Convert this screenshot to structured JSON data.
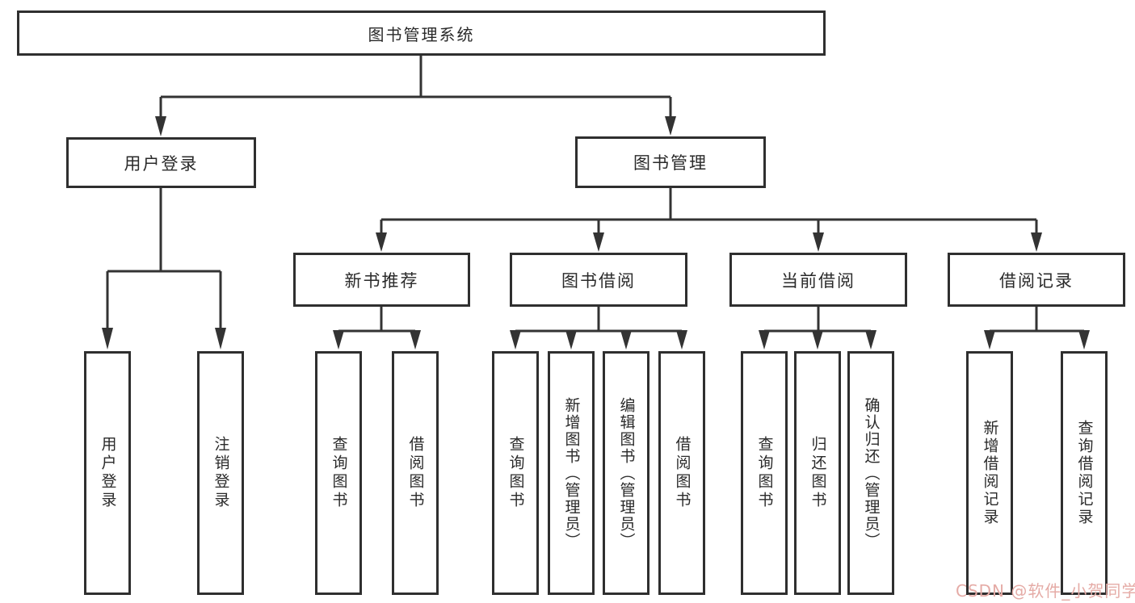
{
  "tree": {
    "root": "图书管理系统",
    "level2": [
      {
        "label": "用户登录",
        "children": [
          "用户登录",
          "注销登录"
        ]
      },
      {
        "label": "图书管理"
      }
    ],
    "level3": [
      {
        "label": "新书推荐",
        "children": [
          "查询图书",
          "借阅图书"
        ]
      },
      {
        "label": "图书借阅",
        "children": [
          "查询图书",
          "新增图书（管理员）",
          "编辑图书（管理员）",
          "借阅图书"
        ]
      },
      {
        "label": "当前借阅",
        "children": [
          "查询图书",
          "归还图书",
          "确认归还（管理员）"
        ]
      },
      {
        "label": "借阅记录",
        "children": [
          "新增借阅记录",
          "查询借阅记录"
        ]
      }
    ]
  },
  "watermark": {
    "text": "CSDN @软件_小贺同学",
    "color": "#e5aba6"
  },
  "style": {
    "line_color": "#333333",
    "box_border_color": "#2f2f2f",
    "text_color": "#2a2a2a",
    "background": "#ffffff"
  }
}
